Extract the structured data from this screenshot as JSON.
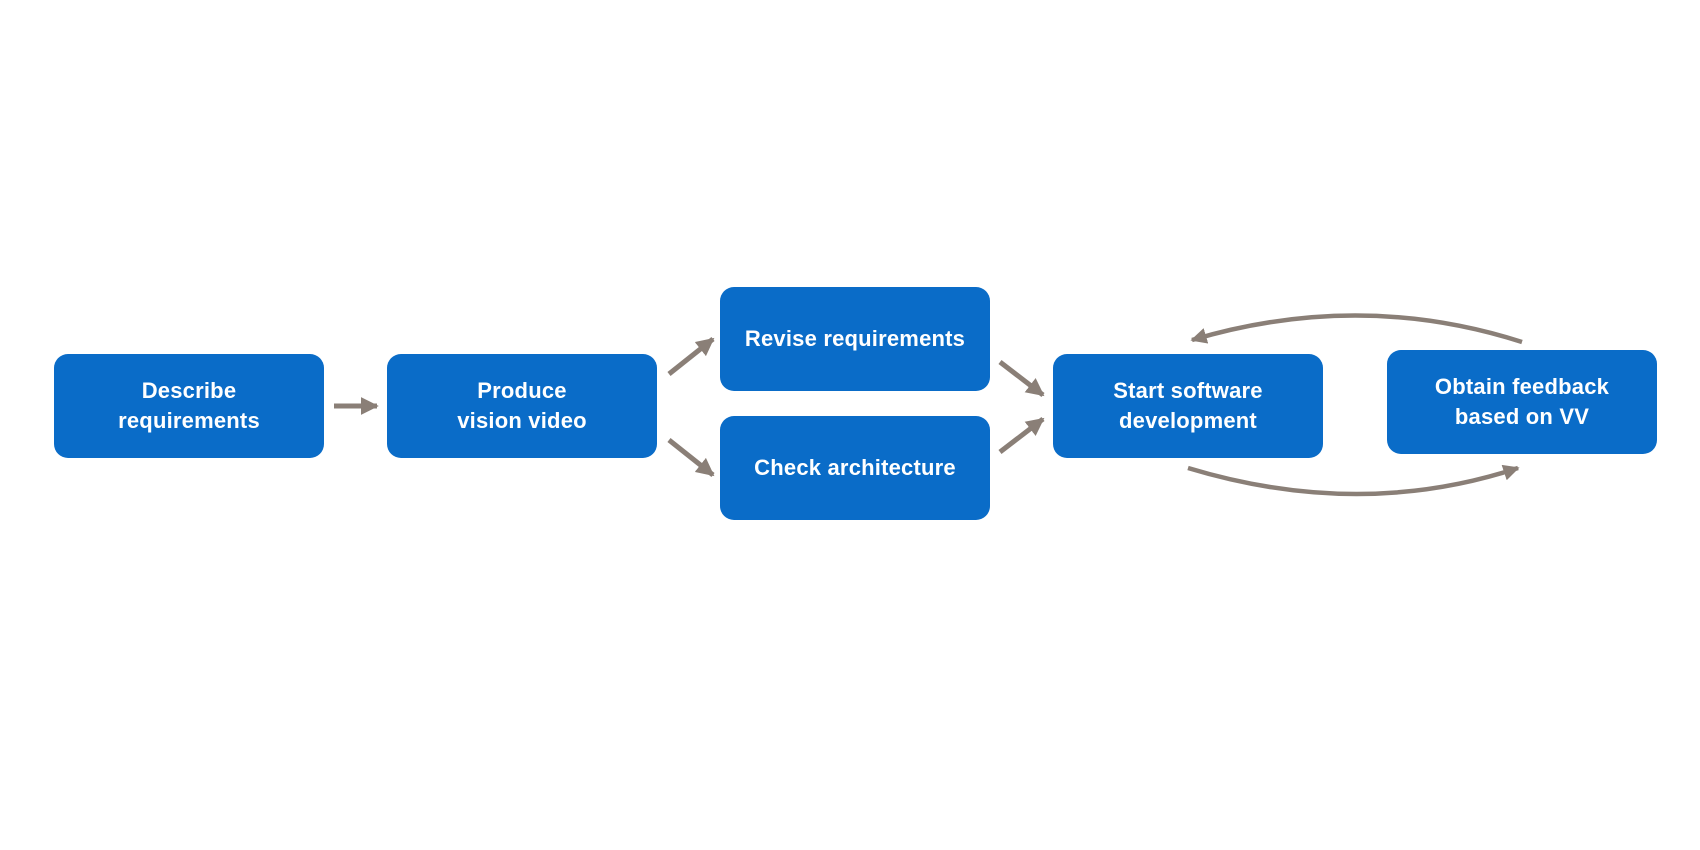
{
  "diagram": {
    "colors": {
      "box_fill": "#0a6cc8",
      "box_text": "#ffffff",
      "arrow": "#8a7f77",
      "background": "#ffffff"
    },
    "nodes": {
      "describe": "Describe\nrequirements",
      "produce": "Produce\nvision video",
      "revise": "Revise requirements",
      "check": "Check architecture",
      "start": "Start software\ndevelopment",
      "obtain": "Obtain feedback\nbased on VV"
    },
    "edges": [
      {
        "from": "describe",
        "to": "produce"
      },
      {
        "from": "produce",
        "to": "revise"
      },
      {
        "from": "produce",
        "to": "check"
      },
      {
        "from": "revise",
        "to": "start"
      },
      {
        "from": "check",
        "to": "start"
      },
      {
        "from": "start",
        "to": "obtain"
      },
      {
        "from": "obtain",
        "to": "start"
      }
    ]
  }
}
